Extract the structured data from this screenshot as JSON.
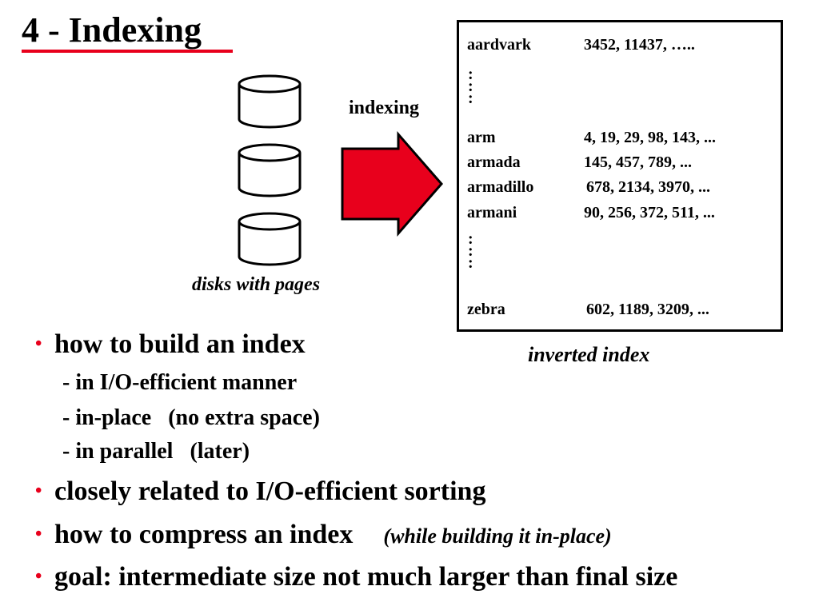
{
  "title": "4 - Indexing",
  "colors": {
    "accent": "#e8001c",
    "text": "#000000",
    "background": "#ffffff"
  },
  "diagram": {
    "indexing_label": "indexing",
    "disks_caption": "disks with pages",
    "inverted_caption": "inverted index",
    "entries": [
      {
        "term": "aardvark",
        "postings": "3452,  11437,  ….."
      },
      {
        "term": "arm",
        "postings": "4,  19,  29,  98,  143,  ..."
      },
      {
        "term": "armada",
        "postings": "145,  457,  789,  ..."
      },
      {
        "term": "armadillo",
        "postings": "678,  2134,  3970,  ..."
      },
      {
        "term": "armani",
        "postings": "90,  256,  372,  511,  ..."
      },
      {
        "term": "zebra",
        "postings": "602,  1189,  3209,  ..."
      }
    ],
    "dots_upper": ":\n:\n:",
    "dots_lower": ":\n:\n:"
  },
  "bullets": [
    {
      "text": "how to build an index",
      "sub": [
        "- in I/O-efficient manner",
        "- in-place   (no extra space)",
        "- in parallel   (later)"
      ]
    },
    {
      "text": "closely related to I/O-efficient sorting"
    },
    {
      "text": "how to compress an index",
      "note": "(while building it in-place)"
    },
    {
      "text": "goal: intermediate size not much larger than final size"
    }
  ],
  "bullet_symbol": "•"
}
